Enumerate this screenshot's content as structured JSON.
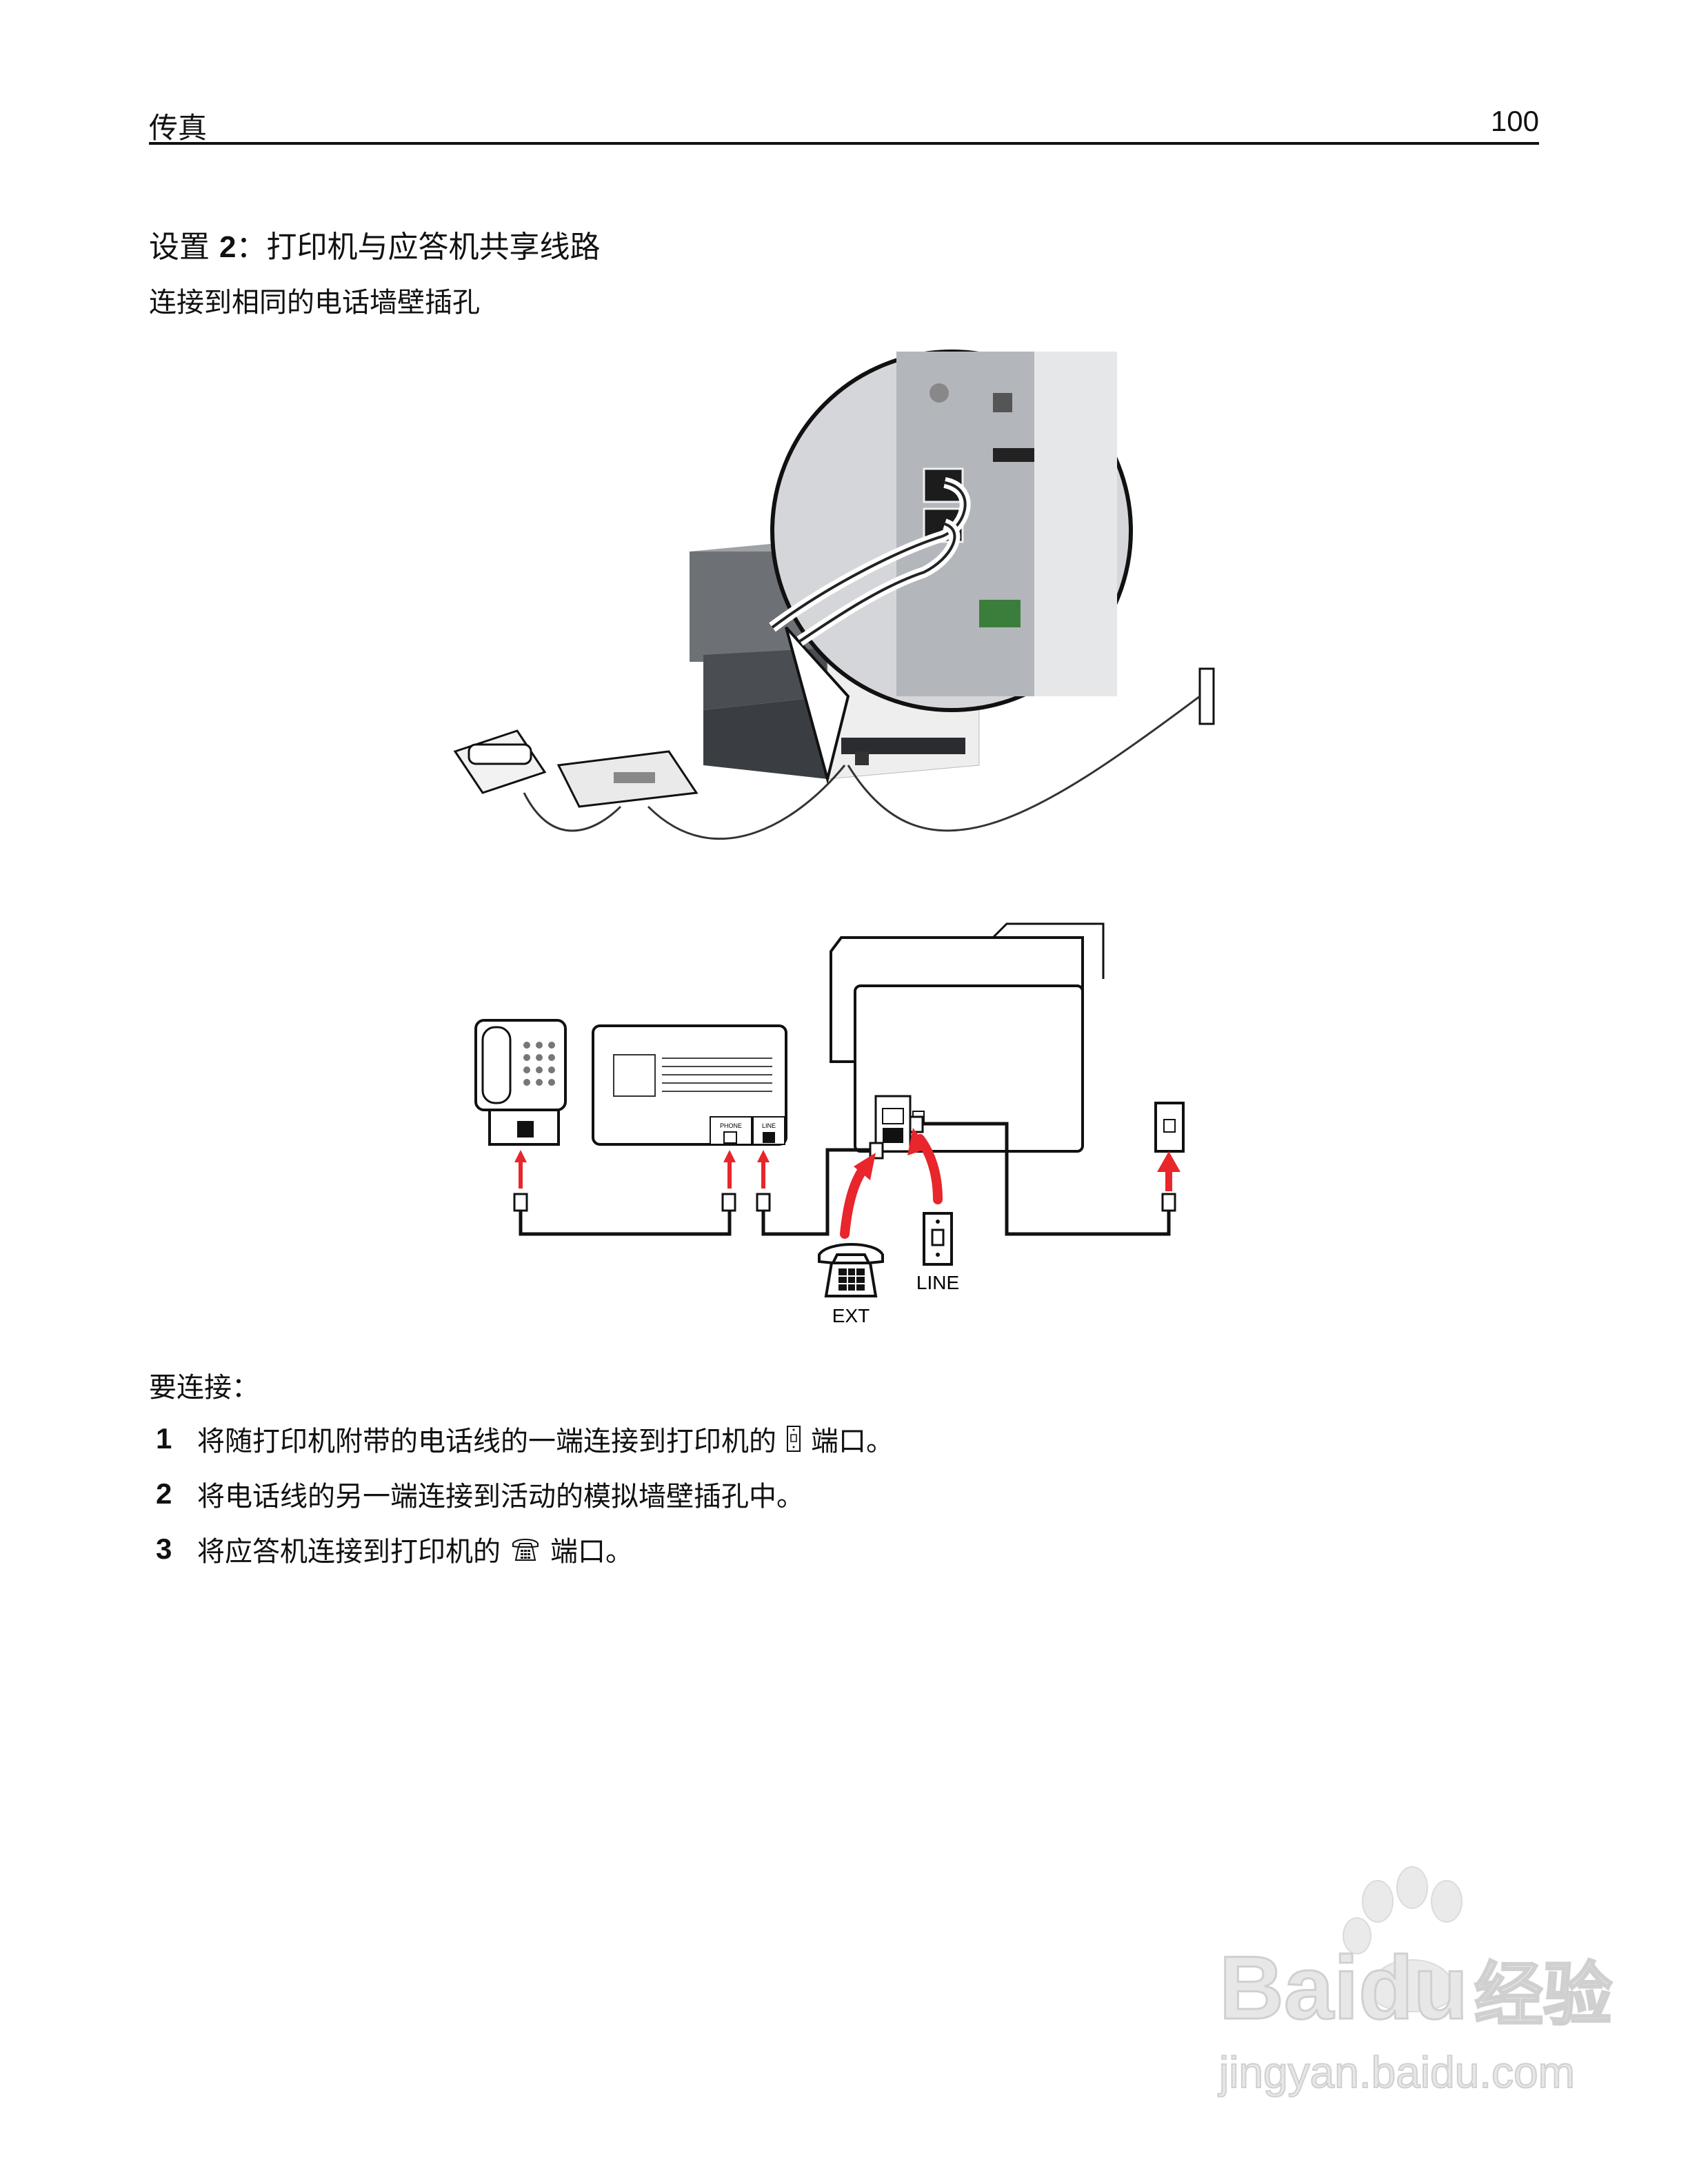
{
  "header": {
    "section": "传真",
    "page_number": "100"
  },
  "setup": {
    "label": "设置",
    "number": "2",
    "title": "：打印机与应答机共享线路",
    "subtitle": "连接到相同的电话墙壁插孔"
  },
  "diagram": {
    "phone_label": "PHONE",
    "line_label": "LINE",
    "ext_caption": "EXT",
    "line_caption": "LINE"
  },
  "instructions": {
    "heading": "要连接：",
    "steps": [
      {
        "num": "1",
        "before": "将随打印机附带的电话线的一端连接到打印机的",
        "icon": "line-port-icon",
        "after": "端口。"
      },
      {
        "num": "2",
        "before": "将电话线的另一端连接到活动的模拟墙壁插孔中。",
        "icon": "",
        "after": ""
      },
      {
        "num": "3",
        "before": "将应答机连接到打印机的",
        "icon": "ext-phone-port-icon",
        "after": "端口。"
      }
    ]
  },
  "watermark": {
    "brand": "Baidu",
    "brand_cn": "经验",
    "url": "jingyan.baidu.com"
  },
  "colors": {
    "accent_red": "#e8262b",
    "text": "#111111"
  }
}
